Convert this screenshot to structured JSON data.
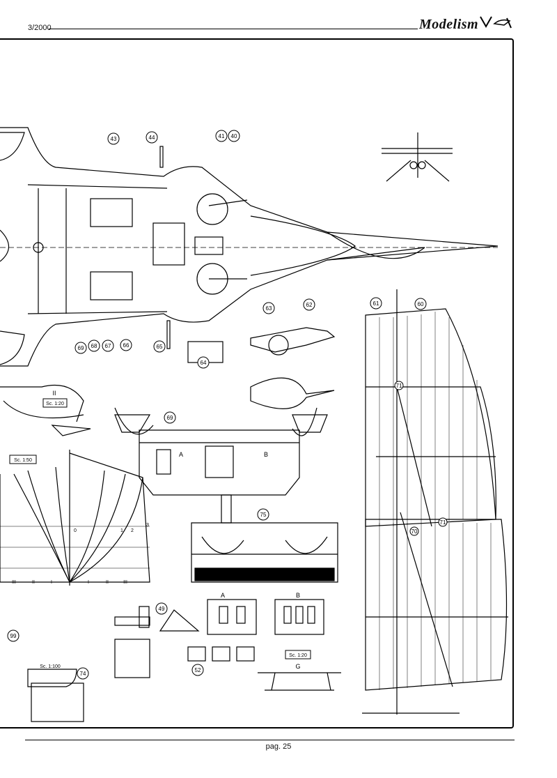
{
  "header": {
    "issue": "3/2000",
    "logo": "Modelism"
  },
  "callouts": [
    "43",
    "44",
    "41",
    "40",
    "62",
    "63",
    "61",
    "60",
    "64",
    "65",
    "66",
    "67",
    "68",
    "69",
    "69",
    "75",
    "49",
    "52",
    "74",
    "99",
    "71",
    "70",
    "71"
  ],
  "section_labels": [
    "A",
    "B",
    "A",
    "B",
    "G",
    "II"
  ],
  "scale_labels": [
    "Sc. 1:20",
    "Sc. 1:50",
    "Sc. 1:20",
    "Sc. 1:100"
  ],
  "body_plan_marks": [
    "III",
    "II",
    "I",
    "0",
    "I",
    "II",
    "III",
    "1",
    "2",
    "3"
  ],
  "footer": {
    "page": "pag. 25"
  }
}
